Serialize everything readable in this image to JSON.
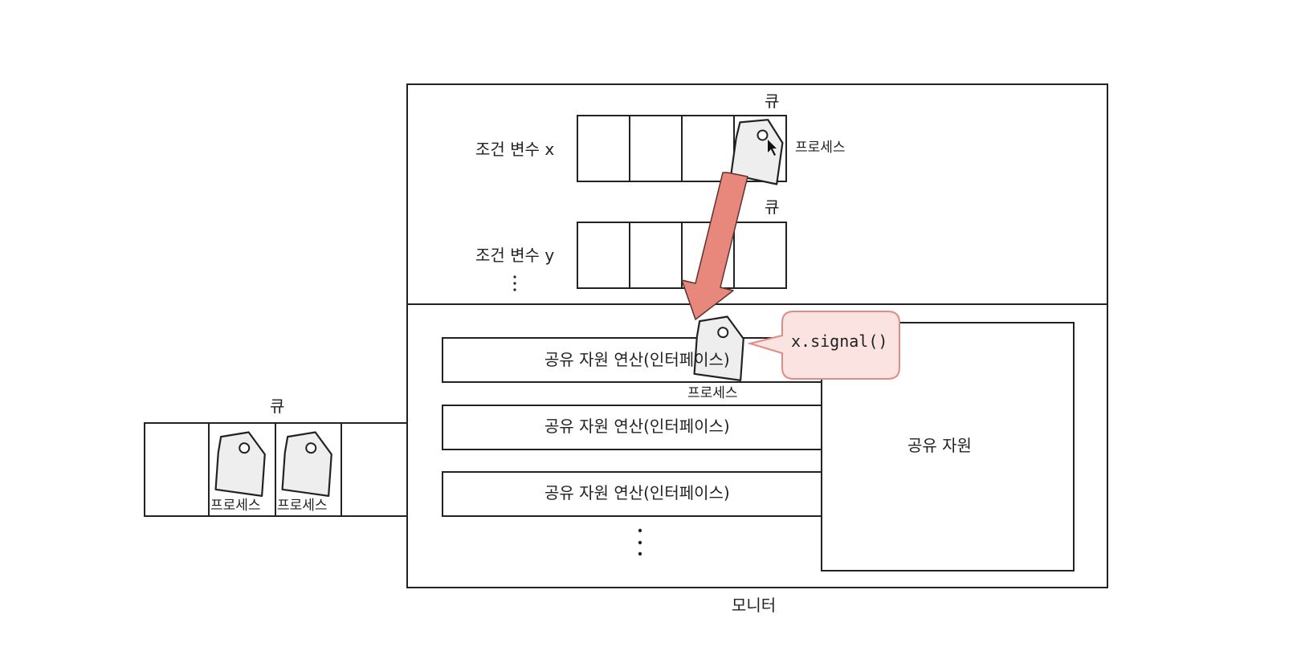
{
  "monitor_label": "모니터",
  "condition_variables": {
    "queue_label": "큐",
    "x_label": "조건 변수 x",
    "y_label": "조건 변수 y",
    "process_label": "프로세스"
  },
  "operations": {
    "label": "공유 자원 연산(인터페이스)",
    "process_label": "프로세스"
  },
  "signal_call": "x.signal()",
  "shared_resource_label": "공유 자원",
  "entry_queue": {
    "queue_label": "큐",
    "process_labels": [
      "프로세스",
      "프로세스"
    ]
  },
  "colors": {
    "arrow": "#e8877b",
    "bubble_fill": "#fbe3e1",
    "bubble_stroke": "#e08b84",
    "tag_fill": "#eeeeee",
    "line": "#222222"
  }
}
